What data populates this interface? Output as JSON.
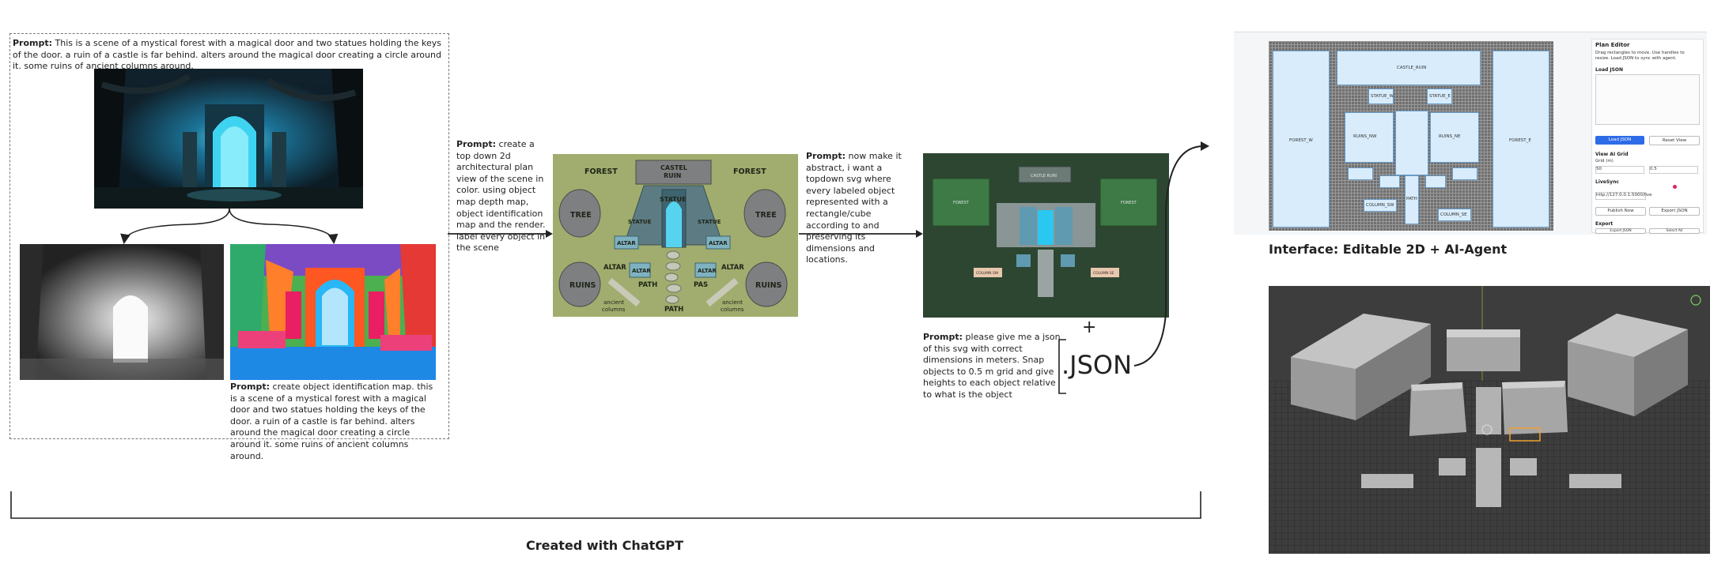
{
  "step1": {
    "prompt_label": "Prompt:",
    "prompt_text": "This is a scene of a mystical forest with a magical door and two statues holding the keys of the door. a ruin of a castle is far behind. alters around the magical door creating a circle around it. some ruins of ancient columns around."
  },
  "step2": {
    "prompt_label": "Prompt:",
    "prompt_text": "create object identification map. this is a scene of a mystical forest with a magical door and two statues holding the keys of the door. a ruin of a castle is far behind. alters around the magical door creating a circle around it. some ruins of ancient columns around."
  },
  "step3": {
    "prompt_label": "Prompt:",
    "prompt_text": "create a top down 2d architectural plan view of the scene in color. using object map depth map, object identification map and the render. label every object in the scene"
  },
  "plan": {
    "forest_left": "FOREST",
    "forest_right": "FOREST",
    "castle_ruin_1": "CASTEL",
    "castle_ruin_2": "RUIN",
    "statue_top": "STATUE",
    "statue_left": "STATUE",
    "statue_right": "STATUE",
    "tree_left": "TREE",
    "tree_right": "TREE",
    "altar_1": "ALTAR",
    "altar_2": "ALTAR",
    "altar_3": "ALTAR",
    "altar_4": "ALTAR",
    "altar_5": "ALTAR",
    "altar_6": "ALTAR",
    "ruins_left": "RUINS",
    "ruins_right": "RUINS",
    "path_1": "PATH",
    "path_2": "PATH",
    "pas": "PAS",
    "ancient_left_1": "ancient",
    "ancient_left_2": "columns",
    "ancient_right_1": "ancient",
    "ancient_right_2": "columns"
  },
  "step4": {
    "prompt_label": "Prompt:",
    "prompt_text": "now make it abstract, i want a topdown svg where every labeled object represented with a rectangle/cube according to and preserving its dimensions and locations."
  },
  "abstract": {
    "castle": "CASTLE RUIN",
    "forest_l": "FOREST",
    "forest_r": "FOREST",
    "col_l": "COLUMN SW",
    "col_r": "COLUMN SE"
  },
  "step5": {
    "prompt_label": "Prompt:",
    "prompt_text": "please give me a json of this svg with correct dimensions in meters. Snap objects to 0.5 m grid and give heights to each object relative to what is the object"
  },
  "json_block": {
    "plus": "+",
    "label": ".JSON"
  },
  "footer": {
    "created": "Created with ChatGPT"
  },
  "interface": {
    "title": "Interface: Editable 2D + AI-Agent"
  },
  "editor": {
    "title": "Plan Editor",
    "desc": "Drag rectangles to move. Use handles to resize. Load JSON to sync with agent.",
    "load_json": "Load JSON",
    "load_btn": "Load JSON",
    "reset_btn": "Reset View",
    "view_ai": "View AI Grid",
    "grid_label": "Grid (m)",
    "grid_val": "0.5",
    "scale_val": "50",
    "livesync": "LiveSync",
    "sync_url": "http://127.0.0.1:5000/live",
    "publish_btn": "Publish Now",
    "export_btn": "Export JSON",
    "export": "Export",
    "export_json": "Export JSON",
    "select_all": "Select All",
    "forest_w": "FOREST_W",
    "forest_e": "FOREST_E",
    "castle": "CASTLE_RUIN",
    "ruins_nw": "RUINS_NW",
    "ruins_ne": "RUINS_NE",
    "statue_w": "STATUE_W",
    "statue_e": "STATUE_E",
    "col_sw": "COLUMN_SW",
    "col_se": "COLUMN_SE",
    "path": "PATH"
  },
  "colors": {
    "arrow": "#222222",
    "plan_bg": "#9aa86a",
    "abstract_bg": "#2e4a32",
    "editor_bg": "#d8ecfb",
    "viewport_bg": "#3b3b3b"
  }
}
